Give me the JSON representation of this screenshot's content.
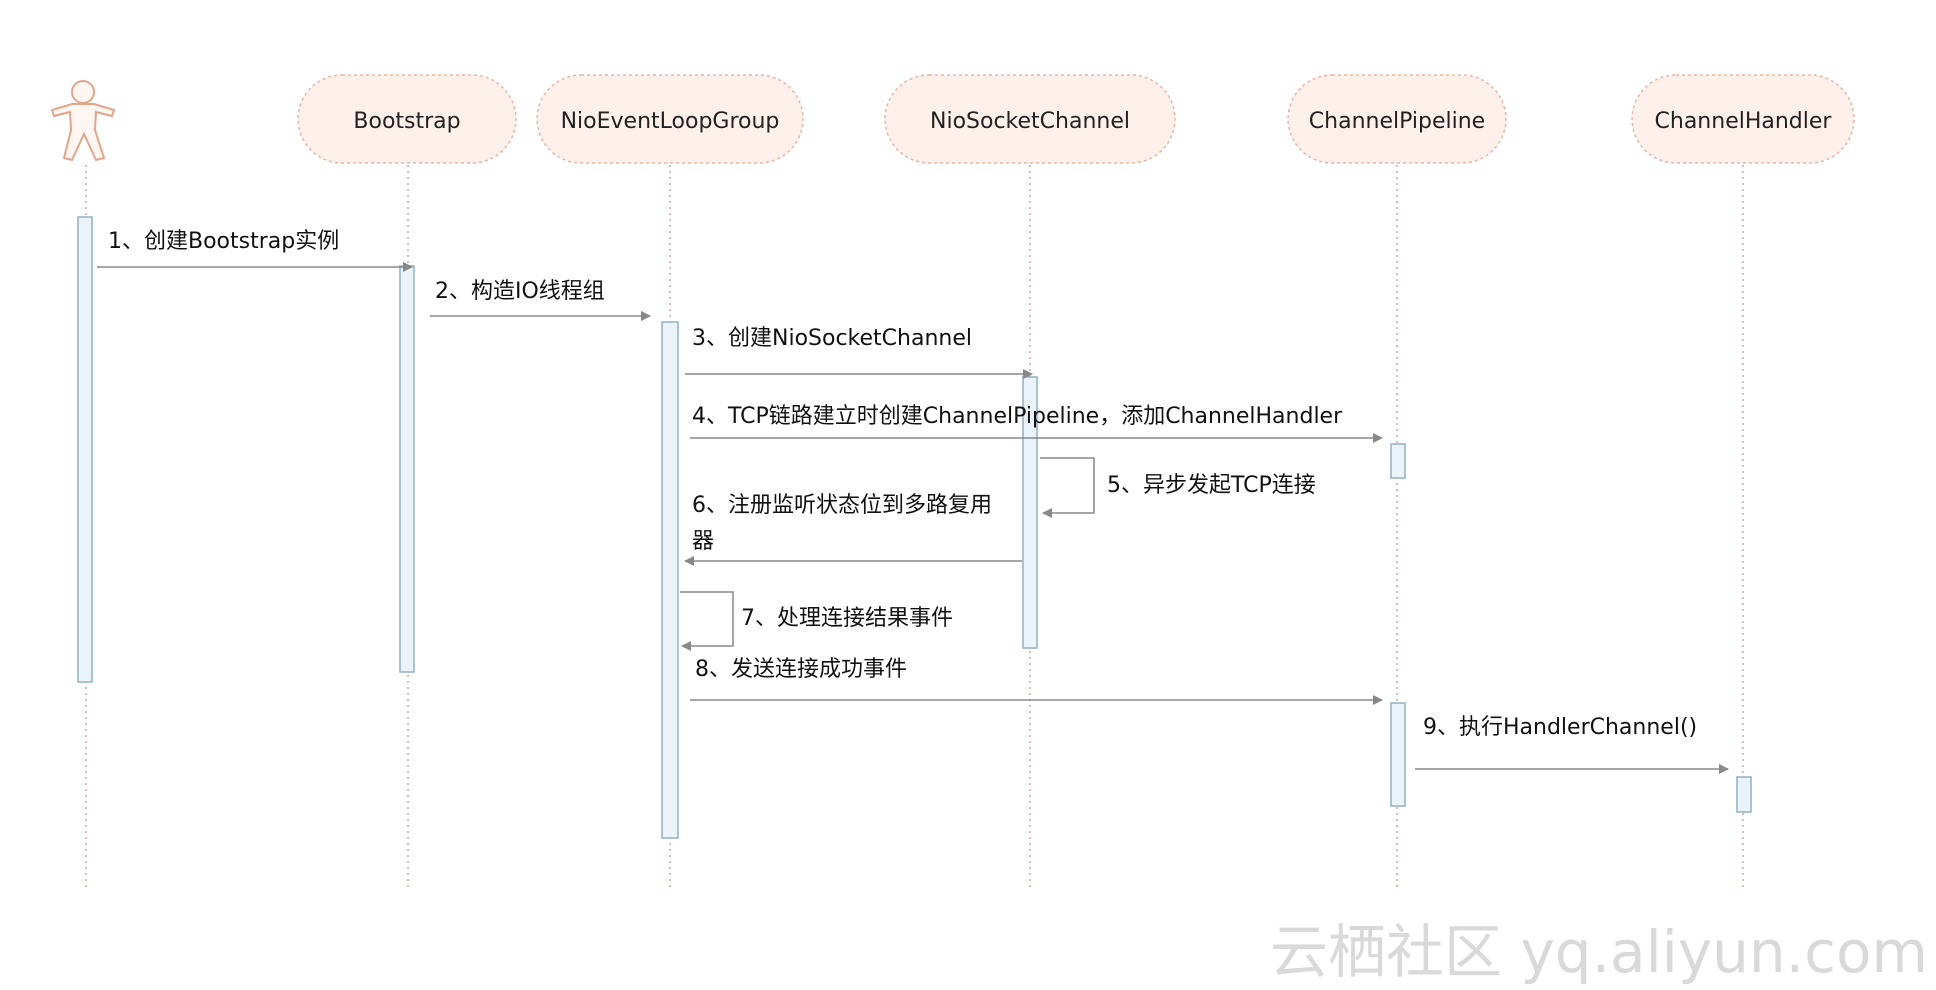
{
  "actor": {
    "icon": "stick-figure-icon"
  },
  "participants": [
    {
      "id": "bootstrap",
      "label": "Bootstrap"
    },
    {
      "id": "nioEventLoopGroup",
      "label": "NioEventLoopGroup"
    },
    {
      "id": "nioSocketChannel",
      "label": "NioSocketChannel"
    },
    {
      "id": "channelPipeline",
      "label": "ChannelPipeline"
    },
    {
      "id": "channelHandler",
      "label": "ChannelHandler"
    }
  ],
  "messages": [
    {
      "from": "actor",
      "to": "bootstrap",
      "label": "1、创建Bootstrap实例"
    },
    {
      "from": "bootstrap",
      "to": "nioEventLoopGroup",
      "label": "2、构造IO线程组"
    },
    {
      "from": "nioEventLoopGroup",
      "to": "nioSocketChannel",
      "label": "3、创建NioSocketChannel"
    },
    {
      "from": "nioEventLoopGroup",
      "to": "channelPipeline",
      "label": "4、TCP链路建立时创建ChannelPipeline，添加ChannelHandler"
    },
    {
      "from": "nioSocketChannel",
      "to": "nioSocketChannel",
      "label": "5、异步发起TCP连接"
    },
    {
      "from": "nioSocketChannel",
      "to": "nioEventLoopGroup",
      "label_lines": [
        "6、注册监听状态位到多路复用",
        "器"
      ]
    },
    {
      "from": "nioEventLoopGroup",
      "to": "nioEventLoopGroup",
      "label": "7、处理连接结果事件"
    },
    {
      "from": "nioEventLoopGroup",
      "to": "channelPipeline",
      "label": "8、发送连接成功事件"
    },
    {
      "from": "channelPipeline",
      "to": "channelHandler",
      "label": "9、执行HandlerChannel()"
    }
  ],
  "watermark": "云栖社区 yq.aliyun.com",
  "colors": {
    "participant_fill": "#fdf0ea",
    "participant_border": "#e8b4a4",
    "activation_fill": "#eaf3f8",
    "activation_border": "#8fb1c6",
    "arrow": "#888888",
    "lifeline": "#d2a596",
    "actor_stroke": "#e3a48c"
  }
}
